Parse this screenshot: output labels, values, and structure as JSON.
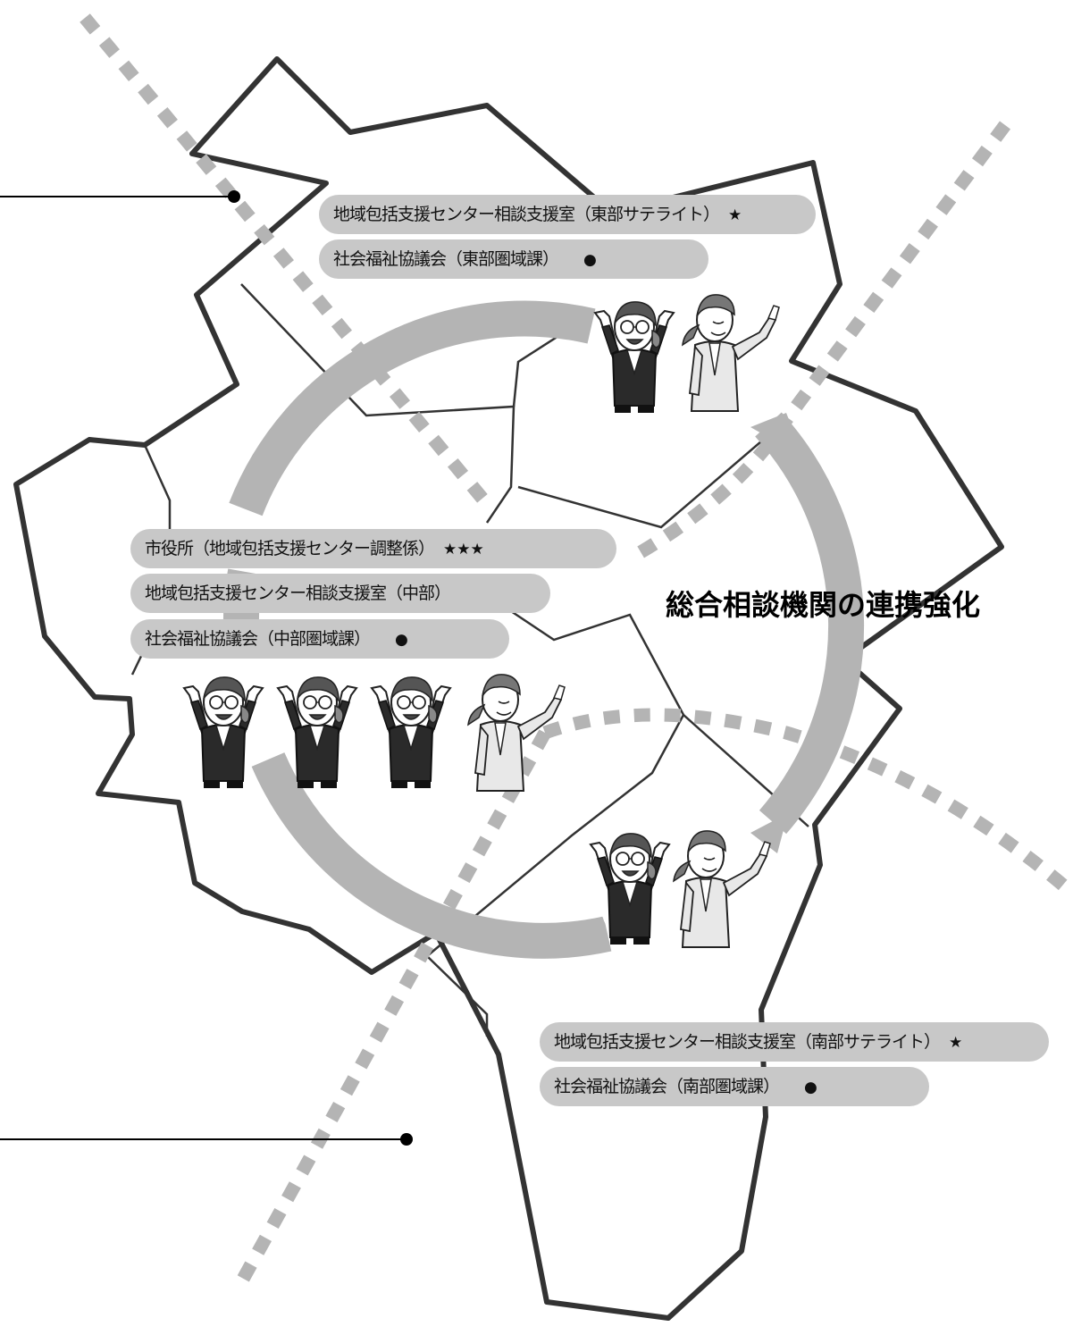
{
  "headline": "総合相談機関の連携強化",
  "regions": {
    "east": {
      "center_label": "地域包括支援センター相談支援室（東部サテライト）",
      "center_marker": "★",
      "council_label": "社会福祉協議会（東部圏域課）",
      "council_marker": "●"
    },
    "central": {
      "city_label": "市役所（地域包括支援センター調整係）",
      "city_marker": "★★★",
      "center_label": "地域包括支援センター相談支援室（中部）",
      "council_label": "社会福祉協議会（中部圏域課）",
      "council_marker": "●"
    },
    "south": {
      "center_label": "地域包括支援センター相談支援室（南部サテライト）",
      "center_marker": "★",
      "council_label": "社会福祉協議会（南部圏域課）",
      "council_marker": "●"
    }
  },
  "colors": {
    "outline": "#333333",
    "ring": "#b4b4b4",
    "dashed_line": "#b4b4b4",
    "pill": "#c8c8c8",
    "suit": "#2a2a2a",
    "jacket_light": "#e8e8e8"
  },
  "icons": [
    "staff-woman-glasses-icon",
    "staff-woman-ponytail-icon"
  ]
}
